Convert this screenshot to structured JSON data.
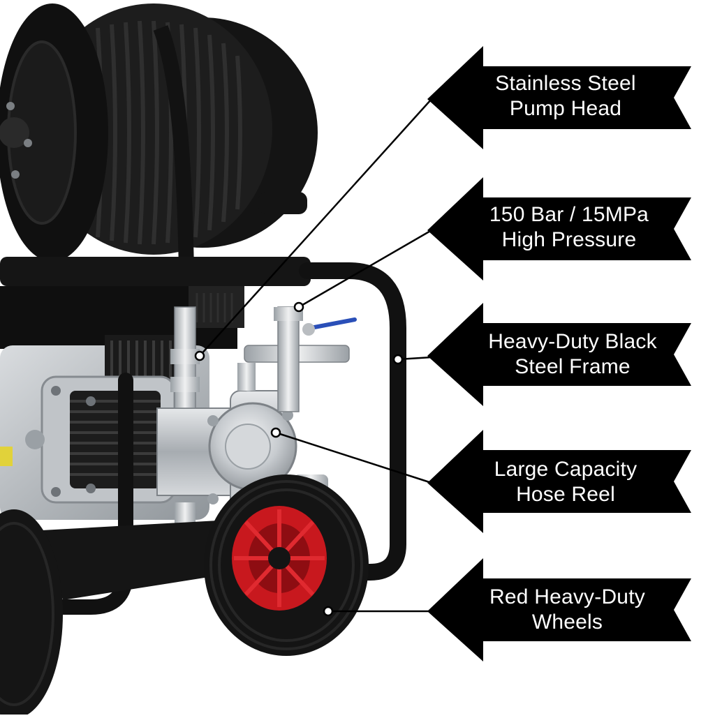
{
  "callouts": [
    {
      "line1": "Stainless Steel",
      "line2": "Pump Head"
    },
    {
      "line1": "150 Bar / 15MPa",
      "line2": "High Pressure"
    },
    {
      "line1": "Heavy-Duty Black",
      "line2": "Steel Frame"
    },
    {
      "line1": "Large Capacity",
      "line2": "Hose Reel"
    },
    {
      "line1": "Red Heavy-Duty",
      "line2": "Wheels"
    }
  ],
  "colors": {
    "background": "#ffffff",
    "banner": "#000000",
    "frame": "#111111",
    "steel": "#c9ccd0",
    "wheel_hub": "#c8181e"
  }
}
